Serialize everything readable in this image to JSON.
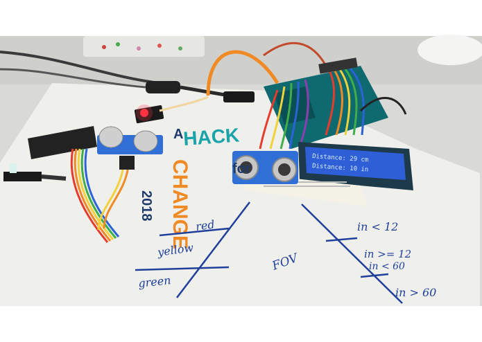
{
  "photo": {
    "lcd_line_1": "Distance: 29 cm",
    "lcd_line_2": "Distance: 10 in",
    "logo_prefix": "A",
    "logo_word_1": "HACK",
    "logo_word_2": "for",
    "logo_word_3": "CHANGE",
    "logo_year": "2018",
    "note_red": "red",
    "note_yellow": "yellow",
    "note_green": "green",
    "note_fov": "FOV",
    "note_range_1": "in < 12",
    "note_range_2a": "in >= 12",
    "note_range_2b": "in < 60",
    "note_range_3": "in > 60"
  },
  "colors": {
    "paper": "#efefec",
    "lcd_bg": "#2e5fd6",
    "arduino": "#0f6a70",
    "ink": "#1f3f9a",
    "logo_orange": "#f08a24",
    "logo_teal": "#1aa3a8",
    "logo_navy": "#1f3b6b"
  }
}
